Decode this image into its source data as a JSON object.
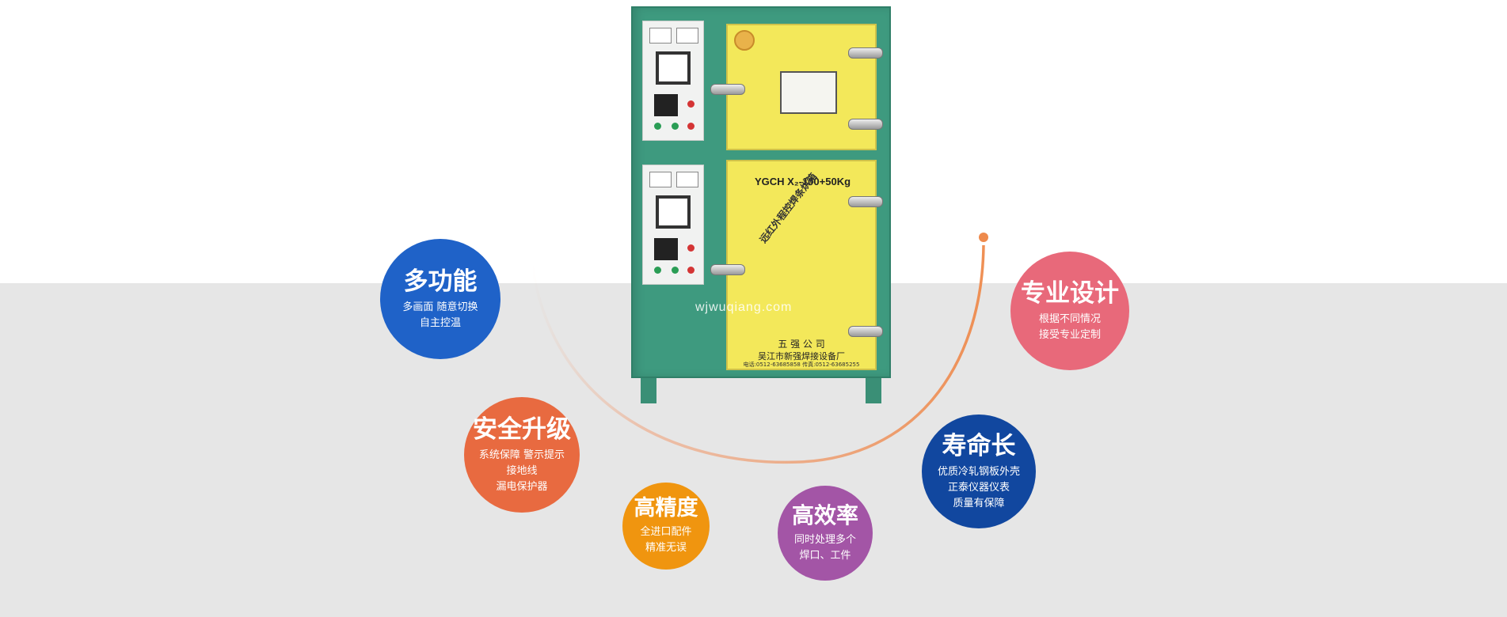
{
  "colors": {
    "band_background": "#e6e6e6",
    "arc_stroke": "#f0a078",
    "arc_end_dot": "#ee8a4c",
    "cabinet_green": "#3e9a7f",
    "door_yellow": "#f3e85a"
  },
  "product": {
    "model_label": "YGCH X₂-100+50Kg",
    "door_vertical_text": "远红外程控焊条烘箱",
    "maker_line_1": "五 强 公 司",
    "maker_line_2": "吴江市新强焊接设备厂",
    "maker_line_3": "电话:0512-63685858  传真:0512-63685255",
    "watermark": "wjwuqiang.com"
  },
  "features": [
    {
      "title": "多功能",
      "lines": [
        "多画面  随意切换",
        "自主控温"
      ],
      "color": "#1f62c8"
    },
    {
      "title": "安全升级",
      "lines": [
        "系统保障 警示提示",
        "接地线",
        "漏电保护器"
      ],
      "color": "#e86a40"
    },
    {
      "title": "高精度",
      "lines": [
        "全进口配件",
        "精准无误"
      ],
      "color": "#f0950f"
    },
    {
      "title": "高效率",
      "lines": [
        "同时处理多个",
        "焊口、工件"
      ],
      "color": "#a355a6"
    },
    {
      "title": "寿命长",
      "lines": [
        "优质冷轧钢板外壳",
        "正泰仪器仪表",
        "质量有保障"
      ],
      "color": "#11479f"
    },
    {
      "title": "专业设计",
      "lines": [
        "根据不同情况",
        "接受专业定制"
      ],
      "color": "#e8697a"
    }
  ]
}
